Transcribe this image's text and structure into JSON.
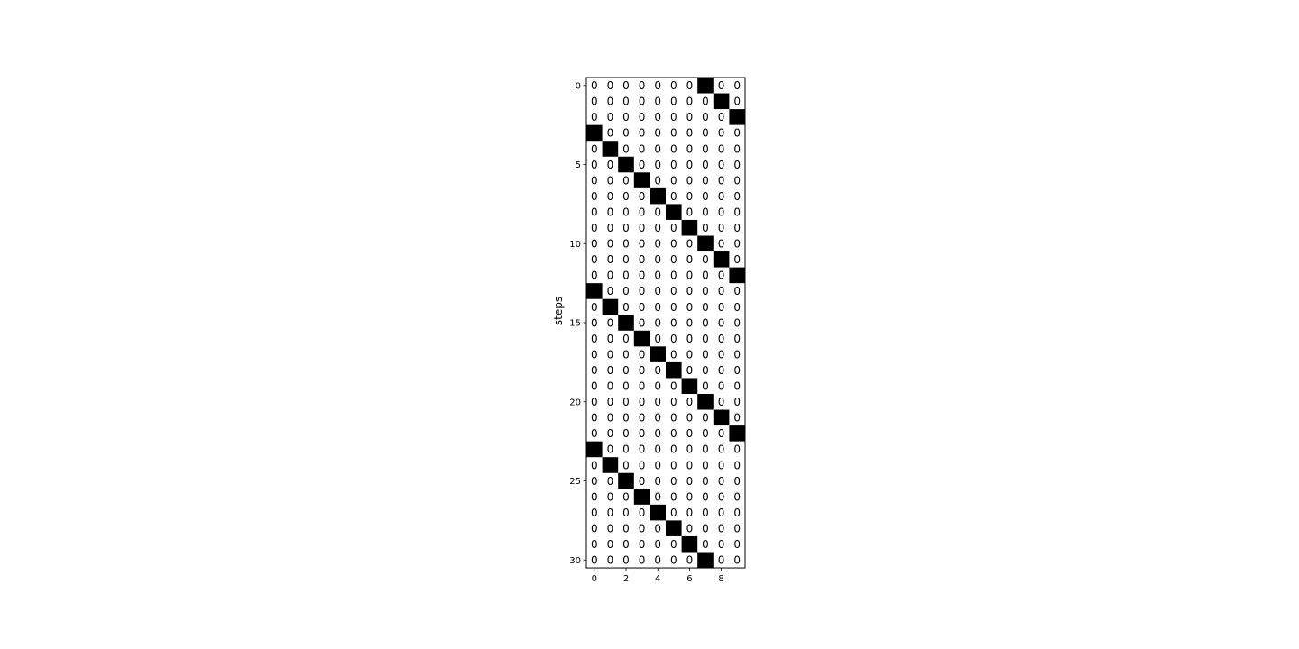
{
  "chart_data": {
    "type": "heatmap",
    "title": "",
    "xlabel": "",
    "ylabel": "steps",
    "n_rows": 31,
    "n_cols": 10,
    "xticks": [
      0,
      2,
      4,
      6,
      8
    ],
    "yticks": [
      0,
      5,
      10,
      15,
      20,
      25,
      30
    ],
    "cell_text": "0",
    "active_color": "#000000",
    "inactive_color": "#ffffff",
    "active_cells": [
      [
        0,
        7
      ],
      [
        1,
        8
      ],
      [
        2,
        9
      ],
      [
        3,
        0
      ],
      [
        4,
        1
      ],
      [
        5,
        2
      ],
      [
        6,
        3
      ],
      [
        7,
        4
      ],
      [
        8,
        5
      ],
      [
        9,
        6
      ],
      [
        10,
        7
      ],
      [
        11,
        8
      ],
      [
        12,
        9
      ],
      [
        13,
        0
      ],
      [
        14,
        1
      ],
      [
        15,
        2
      ],
      [
        16,
        3
      ],
      [
        17,
        4
      ],
      [
        18,
        5
      ],
      [
        19,
        6
      ],
      [
        20,
        7
      ],
      [
        21,
        8
      ],
      [
        22,
        9
      ],
      [
        23,
        0
      ],
      [
        24,
        1
      ],
      [
        25,
        2
      ],
      [
        26,
        3
      ],
      [
        27,
        4
      ],
      [
        28,
        5
      ],
      [
        29,
        6
      ],
      [
        30,
        7
      ]
    ]
  }
}
